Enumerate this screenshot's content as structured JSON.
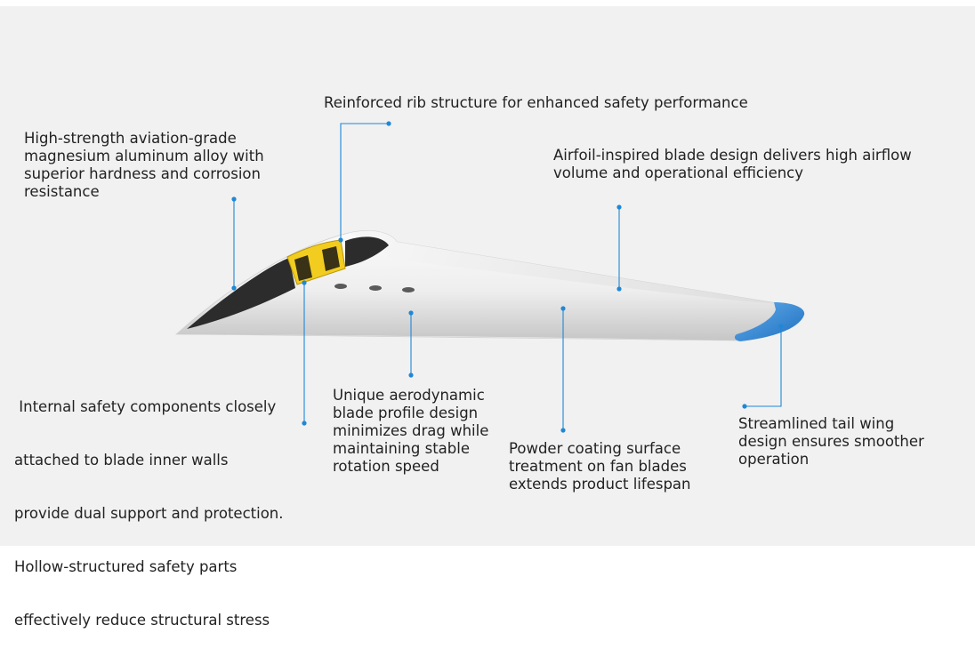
{
  "colors": {
    "background": "#f1f1f1",
    "leader": "#1e88d6",
    "blade_light": "#f3f3f3",
    "blade_shadow": "#c9c9c9",
    "cavity": "#2c2c2c",
    "safety_part": "#f2cd1f",
    "tail_tip": "#2b86d4"
  },
  "callouts": {
    "rib": {
      "lines": [
        "Reinforced rib structure for enhanced safety performance"
      ]
    },
    "alloy": {
      "lines": [
        "High-strength aviation-grade",
        "magnesium aluminum alloy with",
        "superior hardness and corrosion",
        "resistance"
      ]
    },
    "airfoil": {
      "lines": [
        "Airfoil-inspired blade design delivers high airflow",
        "volume and operational efficiency"
      ]
    },
    "internal": {
      "lines": [
        " Internal safety components closely",
        "attached to blade inner walls",
        "provide dual support and protection.",
        "Hollow-structured safety parts",
        "effectively reduce structural stress"
      ]
    },
    "aero": {
      "lines": [
        "Unique aerodynamic",
        "blade profile design",
        "minimizes drag while",
        "maintaining stable",
        "rotation speed"
      ]
    },
    "coating": {
      "lines": [
        "Powder coating surface",
        "treatment on fan blades",
        "extends product lifespan"
      ]
    },
    "tail": {
      "lines": [
        "Streamlined tail wing",
        "design ensures smoother",
        "operation"
      ]
    }
  }
}
